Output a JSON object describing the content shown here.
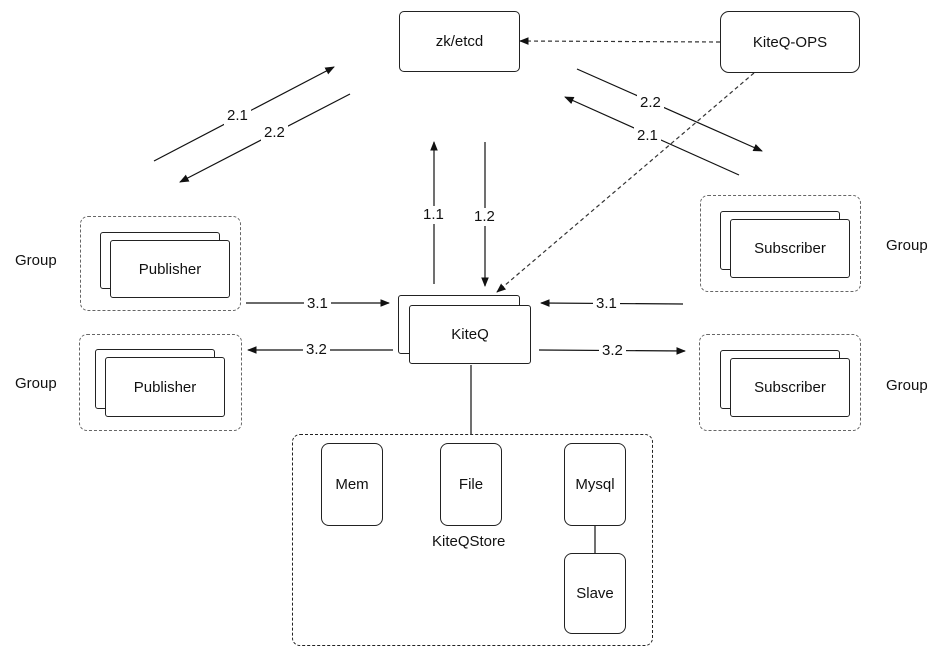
{
  "nodes": {
    "registry": "zk/etcd",
    "ops": "KiteQ-OPS",
    "kiteq": "KiteQ",
    "publisher_top": "Publisher",
    "publisher_bottom": "Publisher",
    "subscriber_top": "Subscriber",
    "subscriber_bottom": "Subscriber",
    "store_mem": "Mem",
    "store_file": "File",
    "store_mysql": "Mysql",
    "store_slave": "Slave",
    "store_label": "KiteQStore"
  },
  "groups": {
    "publisher_top": "Group",
    "publisher_bottom": "Group",
    "subscriber_top": "Group",
    "subscriber_bottom": "Group"
  },
  "edges": {
    "pub_register": "2.1",
    "pub_notify": "2.2",
    "sub_notify": "2.2",
    "sub_register": "2.1",
    "kiteq_register": "1.1",
    "kiteq_watch": "1.2",
    "pub_send": "3.1",
    "pub_ack": "3.2",
    "sub_ack": "3.1",
    "sub_deliver": "3.2"
  }
}
